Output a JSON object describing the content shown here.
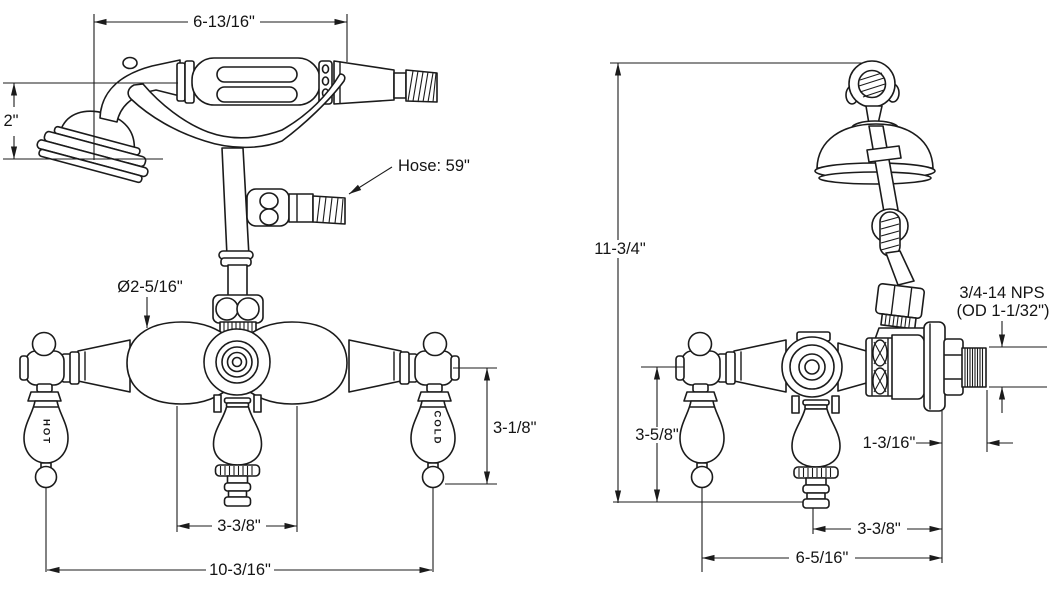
{
  "page": {
    "background": "#ffffff",
    "line_color": "#1b1b1b",
    "description": "Clawfoot tub faucet with hand shower - dimensional drawing, front and side views"
  },
  "front_view": {
    "handles": {
      "left": "HOT",
      "right": "COLD"
    },
    "dimensions": {
      "head_to_hose_width": "6-13/16\"",
      "sprayer_head_depth": "2\"",
      "hose_length": "Hose: 59\"",
      "escutcheon_diameter": "Ø2-5/16\"",
      "handle_length": "3-1/8\"",
      "spout_center_offset": "3-3/8\"",
      "overall_width": "10-3/16\""
    }
  },
  "side_view": {
    "dimensions": {
      "overall_height": "11-3/4\"",
      "connection_thread": "3/4-14 NPS",
      "connection_thread_od": "(OD 1-1/32\")",
      "handle_drop": "3-5/8\"",
      "flange_to_nipple_end": "1-3/16\"",
      "spout_to_wall": "3-3/8\"",
      "handle_to_wall": "6-5/16\""
    }
  }
}
